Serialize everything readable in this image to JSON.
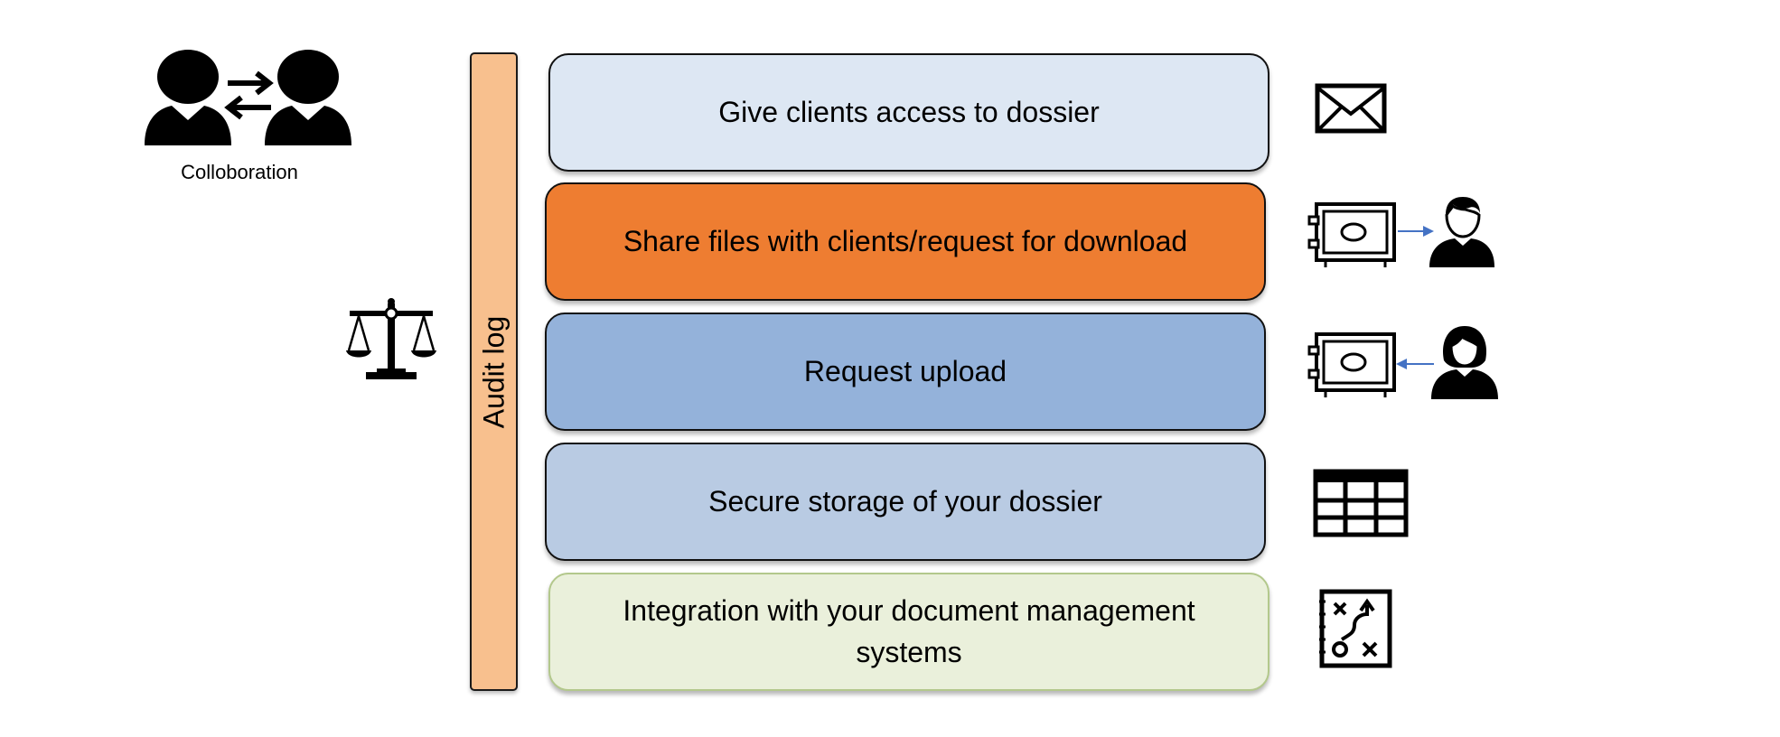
{
  "collaboration": {
    "label": "Colloboration",
    "icon": "two-people-exchange-icon"
  },
  "scale": {
    "icon": "scales-of-justice-icon"
  },
  "audit": {
    "label": "Audit log"
  },
  "steps": [
    {
      "label": "Give clients access to dossier",
      "color": "#dde7f3",
      "icon": "envelope-icon"
    },
    {
      "label": "Share files with clients/request for download",
      "color": "#ee7d31",
      "icon": "safe-to-person-icon"
    },
    {
      "label": "Request upload",
      "color": "#94b2da",
      "icon": "person-to-safe-icon"
    },
    {
      "label": "Secure storage of your dossier",
      "color": "#b9cbe3",
      "icon": "table-grid-icon"
    },
    {
      "label": "Integration with your document management systems",
      "color": "#eaf0db",
      "icon": "strategy-plan-icon"
    }
  ],
  "colors": {
    "audit_bar": "#f8c08e",
    "arrow": "#4472c4"
  }
}
